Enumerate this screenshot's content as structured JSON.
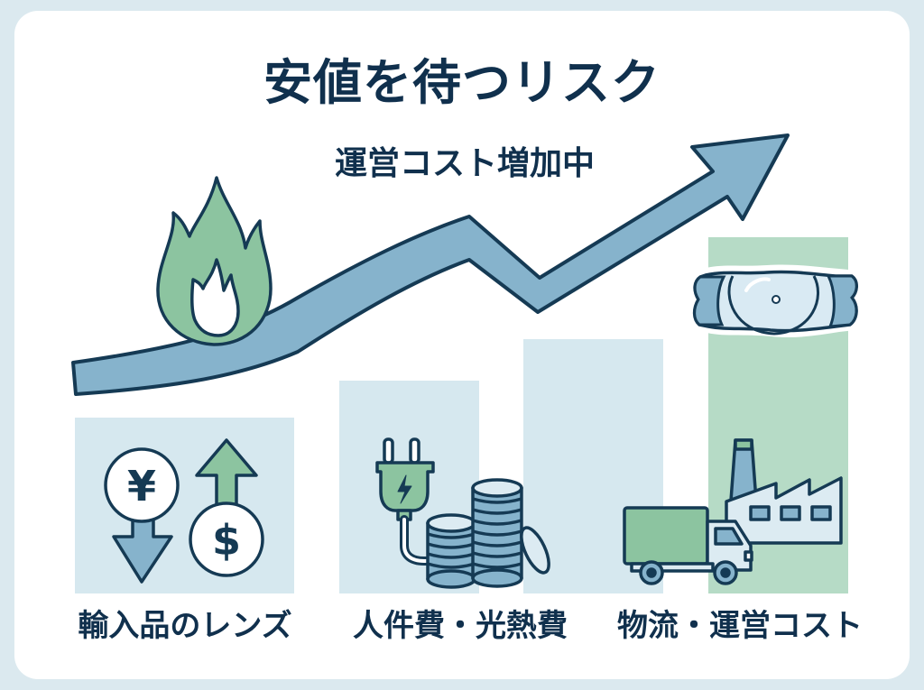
{
  "title": "安値を待つリスク",
  "subtitle": "運営コスト増加中",
  "labels": {
    "lens": "輸入品のレンズ",
    "labor": "人件費・光熱費",
    "logistics": "物流・運営コスト"
  },
  "icons": {
    "fire": "fire-icon",
    "trend": "rising-arrow-icon",
    "currency": "yen-down-dollar-up-icon",
    "energy": "plug-coins-icon",
    "lens": "lens-icon",
    "logistics": "truck-factory-icon",
    "yen_symbol": "¥",
    "dollar_symbol": "$"
  },
  "colors": {
    "background": "#dbe9ef",
    "card": "#ffffff",
    "text": "#10304d",
    "bar_blue": "#d6e8ef",
    "bar_green": "#b6dbc6",
    "arrow": "#86b3cc",
    "outline": "#153a54",
    "accent_green": "#8cc4a0"
  },
  "chart_data": {
    "type": "bar",
    "title": "安値を待つリスク",
    "subtitle": "運営コスト増加中",
    "categories": [
      "輸入品のレンズ",
      "人件費・光熱費",
      "",
      "物流・運営コスト"
    ],
    "values": [
      195,
      236,
      282,
      395
    ],
    "xlabel": "",
    "ylabel": "",
    "ylim": [
      0,
      400
    ],
    "grid": false,
    "legend": null,
    "annotations": [
      "上昇トレンド矢印 (rising trend arrow)",
      "炎アイコン",
      "¥↓ $↑",
      "プラグと硬貨",
      "レンズ",
      "トラックと工場"
    ],
    "note": "Values are relative bar heights in pixels; no numeric axis shown"
  }
}
